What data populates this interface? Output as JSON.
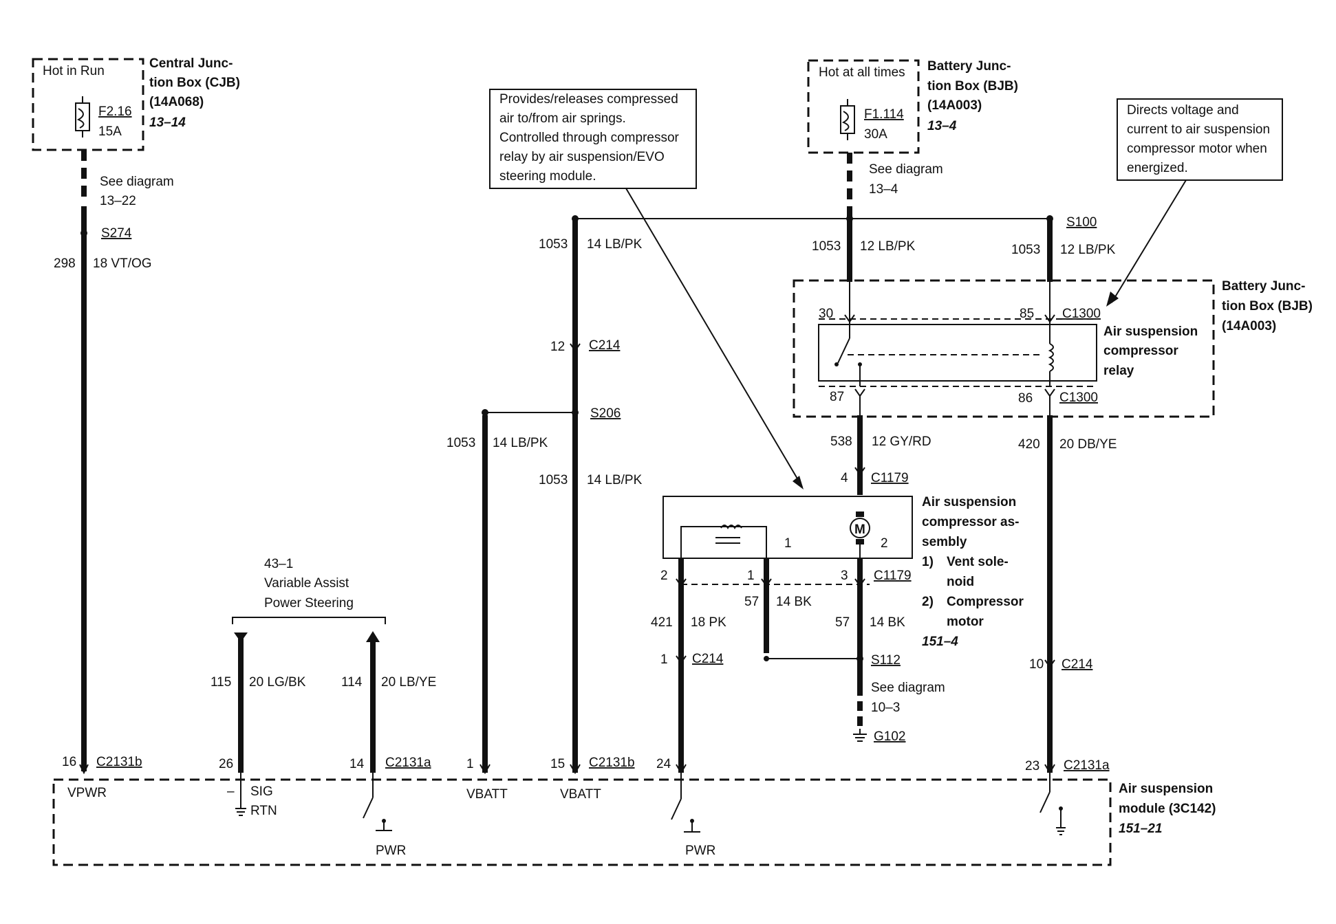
{
  "cjb": {
    "hot_label": "Hot in Run",
    "title": [
      "Central Junc-",
      "tion Box (CJB)",
      "(14A068)"
    ],
    "ref": "13–14",
    "fuse_id": "F2.16",
    "fuse_amp": "15A",
    "see_diagram": "See diagram",
    "see_ref": "13–22"
  },
  "bjb_top": {
    "hot_label": "Hot at all times",
    "title": [
      "Battery Junc-",
      "tion Box (BJB)",
      "(14A003)"
    ],
    "ref": "13–4",
    "fuse_id": "F1.114",
    "fuse_amp": "30A",
    "see_diagram": "See diagram",
    "see_ref": "13–4"
  },
  "callout_compressor": [
    "Provides/releases compressed",
    "air to/from air springs.",
    "Controlled through compressor",
    "relay by air suspension/EVO",
    "steering module."
  ],
  "callout_relay": [
    "Directs voltage and",
    "current to air suspension",
    "compressor motor when",
    "energized."
  ],
  "bjb_relay": {
    "title": [
      "Battery Junc-",
      "tion Box (BJB)",
      "(14A003)"
    ],
    "relay_label": [
      "Air suspension",
      "compressor",
      "relay"
    ],
    "pins": {
      "p30": "30",
      "p85": "85",
      "p87": "87",
      "p86": "86"
    },
    "conn_top": "C1300",
    "conn_bottom": "C1300"
  },
  "splices": {
    "s274": "S274",
    "s100": "S100",
    "s206": "S206",
    "s112": "S112"
  },
  "ground": "G102",
  "see_diagram_g": {
    "label": "See diagram",
    "ref": "10–3"
  },
  "wires": {
    "w298": {
      "circuit": "298",
      "spec": "18 VT/OG"
    },
    "w1053_a": {
      "circuit": "1053",
      "spec": "14 LB/PK"
    },
    "w1053_b": {
      "circuit": "1053",
      "spec": "12 LB/PK"
    },
    "w1053_c": {
      "circuit": "1053",
      "spec": "12 LB/PK"
    },
    "w1053_d": {
      "circuit": "1053",
      "spec": "14 LB/PK"
    },
    "w1053_e": {
      "circuit": "1053",
      "spec": "14 LB/PK"
    },
    "w538": {
      "circuit": "538",
      "spec": "12 GY/RD"
    },
    "w420": {
      "circuit": "420",
      "spec": "20 DB/YE"
    },
    "w421": {
      "circuit": "421",
      "spec": "18 PK"
    },
    "w57a": {
      "circuit": "57",
      "spec": "14 BK"
    },
    "w57b": {
      "circuit": "57",
      "spec": "14 BK"
    },
    "w115": {
      "circuit": "115",
      "spec": "20 LG/BK"
    },
    "w114": {
      "circuit": "114",
      "spec": "20 LB/YE"
    }
  },
  "connectors": {
    "c214_12": {
      "pin": "12",
      "name": "C214"
    },
    "c1179_4": {
      "pin": "4",
      "name": "C1179"
    },
    "c1179_row": {
      "pin2": "2",
      "pin1": "1",
      "pin3": "3",
      "name": "C1179"
    },
    "c214_1": {
      "pin": "1",
      "name": "C214"
    },
    "c214_10": {
      "pin": "10",
      "name": "C214"
    }
  },
  "compressor": {
    "title": [
      "Air suspension",
      "compressor as-",
      "sembly"
    ],
    "item1_num": "1)",
    "item1": [
      "Vent sole-",
      "noid"
    ],
    "item2_num": "2)",
    "item2": [
      "Compressor",
      "motor"
    ],
    "ref": "151–4",
    "inner1": "1",
    "inner2": "2",
    "motor": "M"
  },
  "vaps": {
    "ref": "43–1",
    "line1": "Variable Assist",
    "line2": "Power Steering"
  },
  "module": {
    "title": [
      "Air suspension",
      "module (3C142)"
    ],
    "ref": "151–21",
    "pins": [
      {
        "pin": "16",
        "conn": "C2131b",
        "label": "VPWR"
      },
      {
        "pin": "26",
        "conn": "",
        "label": "SIG"
      },
      {
        "pin": "14",
        "conn": "C2131a",
        "label": ""
      },
      {
        "pin": "1",
        "conn": "",
        "label": "VBATT"
      },
      {
        "pin": "15",
        "conn": "C2131b",
        "label": "VBATT"
      },
      {
        "pin": "24",
        "conn": "",
        "label": ""
      },
      {
        "pin": "23",
        "conn": "C2131a",
        "label": ""
      }
    ],
    "rtn": "RTN",
    "minus": "–",
    "pwr1": "PWR",
    "pwr2": "PWR"
  }
}
